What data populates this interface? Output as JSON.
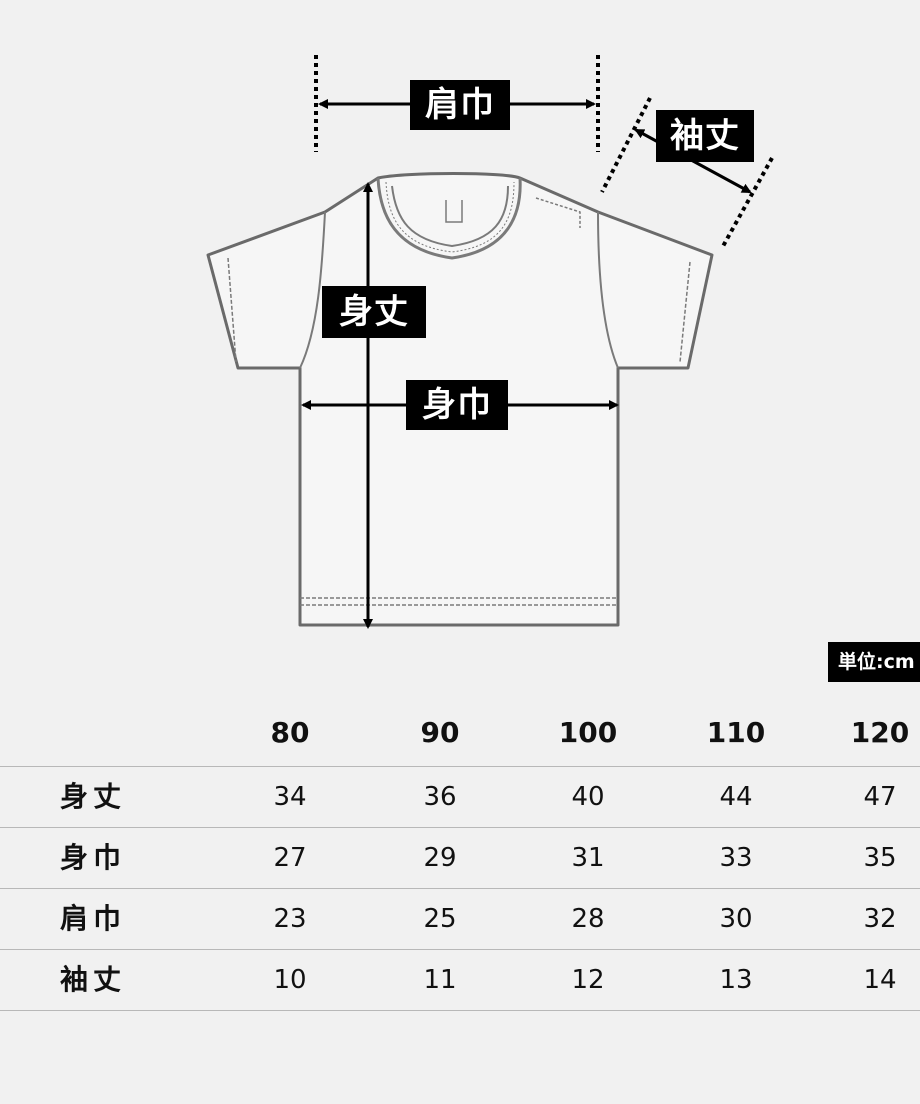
{
  "diagram": {
    "labels": {
      "shoulder_width": "肩巾",
      "sleeve_length": "袖丈",
      "body_length": "身丈",
      "body_width": "身巾"
    }
  },
  "unit_label": "単位:cm",
  "table": {
    "sizes": [
      "80",
      "90",
      "100",
      "110",
      "120"
    ],
    "rows": [
      {
        "label": "身丈",
        "values": [
          "34",
          "36",
          "40",
          "44",
          "47"
        ]
      },
      {
        "label": "身巾",
        "values": [
          "27",
          "29",
          "31",
          "33",
          "35"
        ]
      },
      {
        "label": "肩巾",
        "values": [
          "23",
          "25",
          "28",
          "30",
          "32"
        ]
      },
      {
        "label": "袖丈",
        "values": [
          "10",
          "11",
          "12",
          "13",
          "14"
        ]
      }
    ]
  }
}
